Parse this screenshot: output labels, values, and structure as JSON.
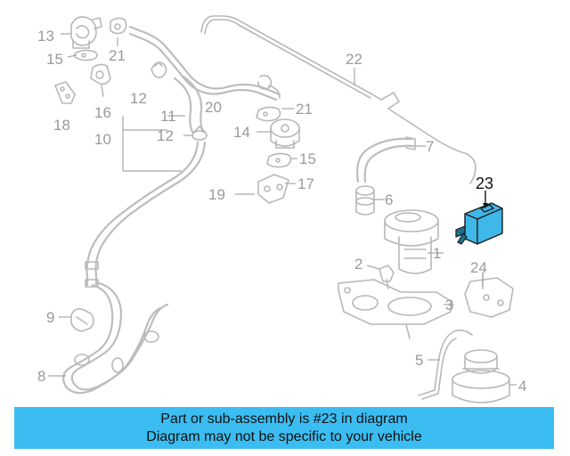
{
  "diagram": {
    "callouts": [
      "1",
      "2",
      "3",
      "4",
      "5",
      "6",
      "7",
      "8",
      "9",
      "10",
      "11",
      "12",
      "13",
      "14",
      "15",
      "16",
      "17",
      "18",
      "19",
      "20",
      "21",
      "22",
      "23",
      "24"
    ],
    "highlighted_part": "23",
    "highlight_color": "#3fb7e8"
  },
  "banner": {
    "line1": "Part or sub-assembly is #23 in diagram",
    "line2": "Diagram may not be specific to your vehicle",
    "background": "#3bbdf2"
  }
}
